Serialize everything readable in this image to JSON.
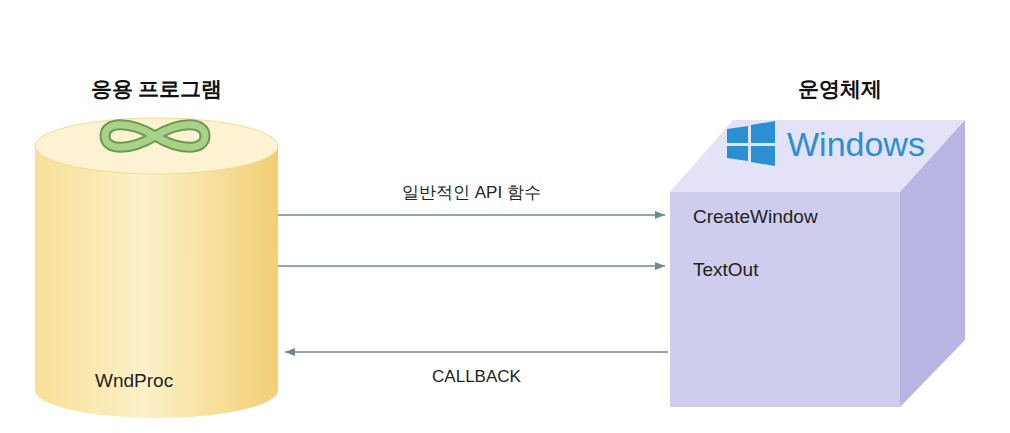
{
  "diagram": {
    "nodes": [
      {
        "text": [
          "응용 프로그램",
          "WndProc"
        ]
      },
      {
        "text": [
          "운영체제",
          "Windows",
          "CreateWindow",
          "TextOut"
        ]
      }
    ],
    "edges": [
      {
        "from": 0,
        "to": 1,
        "arrow": "to",
        "label": "일반적인 API 함수"
      },
      {
        "from": 0,
        "to": 1,
        "arrow": "to"
      },
      {
        "from": 1,
        "to": 0,
        "arrow": "to",
        "label": "CALLBACK"
      }
    ]
  }
}
